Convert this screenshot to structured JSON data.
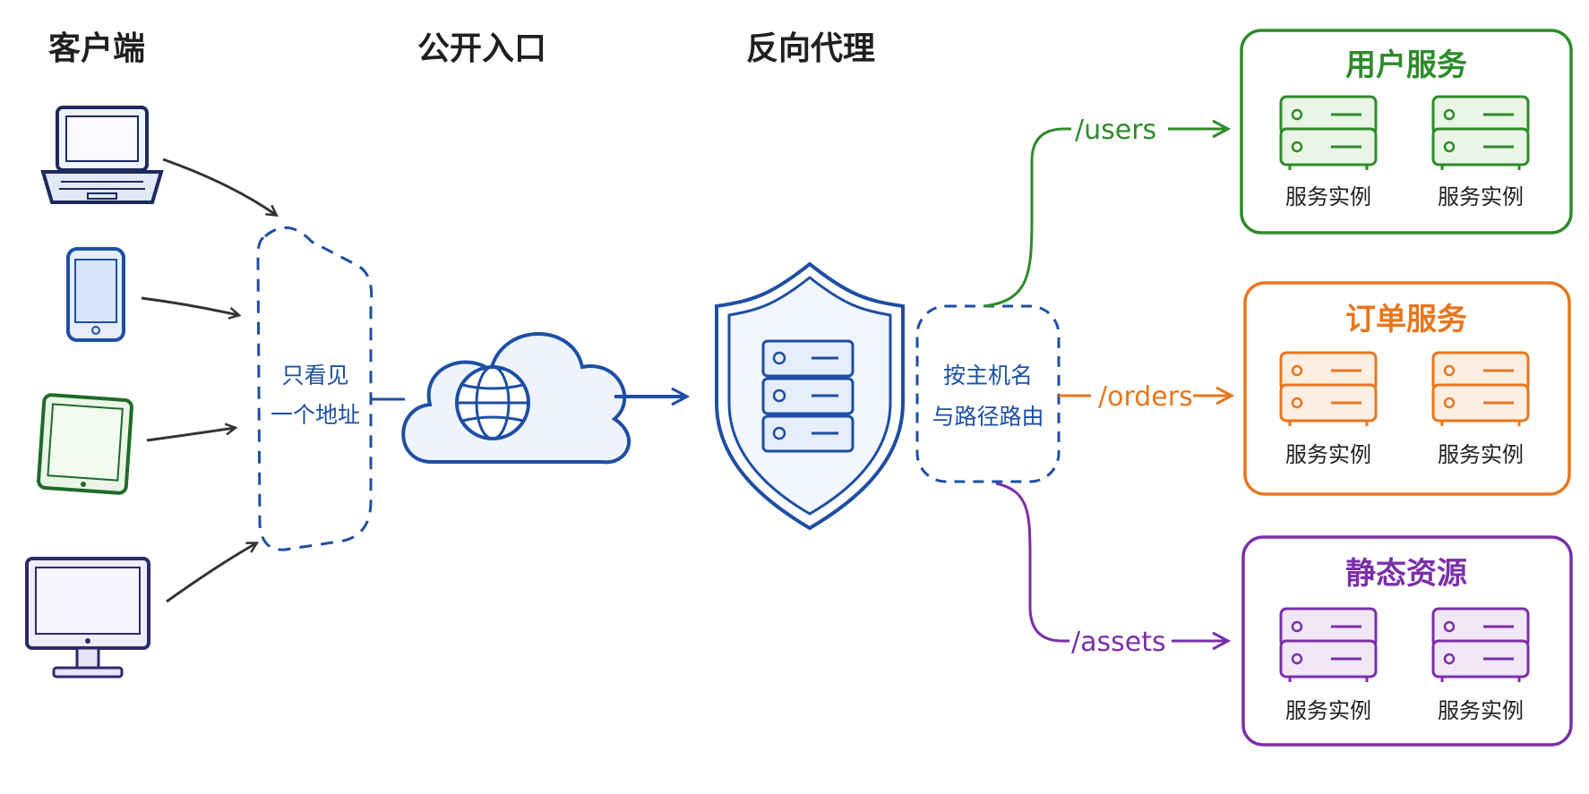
{
  "columns": {
    "clients": "客户端",
    "entry": "公开入口",
    "proxy": "反向代理"
  },
  "notes": {
    "single_address_line1": "只看见",
    "single_address_line2": "一个地址",
    "routing_line1": "按主机名",
    "routing_line2": "与路径路由"
  },
  "clients": [
    {
      "icon": "laptop-icon",
      "color": "#1d2a5c"
    },
    {
      "icon": "phone-icon",
      "color": "#1d4fa3"
    },
    {
      "icon": "tablet-icon",
      "color": "#1e6b2a"
    },
    {
      "icon": "desktop-monitor-icon",
      "color": "#2e2a6b"
    }
  ],
  "icons": {
    "entry": "cloud-globe-icon",
    "proxy": "shield-server-icon"
  },
  "routes": [
    {
      "path": "/users",
      "color": "#2e8b2a"
    },
    {
      "path": "/orders",
      "color": "#e8761e"
    },
    {
      "path": "/assets",
      "color": "#7b2fa8"
    }
  ],
  "services": [
    {
      "title": "用户服务",
      "color": "#2e8b2a",
      "fill": "#e9f5e6",
      "instances": [
        "服务实例",
        "服务实例"
      ]
    },
    {
      "title": "订单服务",
      "color": "#e8761e",
      "fill": "#fdeee2",
      "instances": [
        "服务实例",
        "服务实例"
      ]
    },
    {
      "title": "静态资源",
      "color": "#7b2fa8",
      "fill": "#f1e7f7",
      "instances": [
        "服务实例",
        "服务实例"
      ]
    }
  ]
}
